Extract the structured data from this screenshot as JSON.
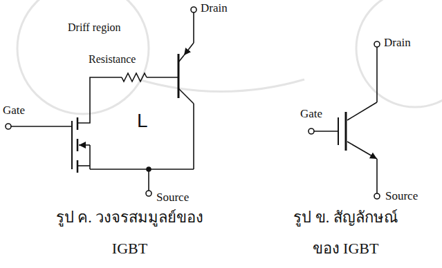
{
  "diagram": {
    "labels": [
      "Drain",
      "Driff region",
      "Resistance",
      "Gate",
      "L",
      "Source",
      "รูป ค. วงจรสมมูลย์ของ IGBT",
      "Drain",
      "Gate",
      "Source",
      "รูป ข. สัญลักษณ์ ของ IGBT"
    ]
  }
}
